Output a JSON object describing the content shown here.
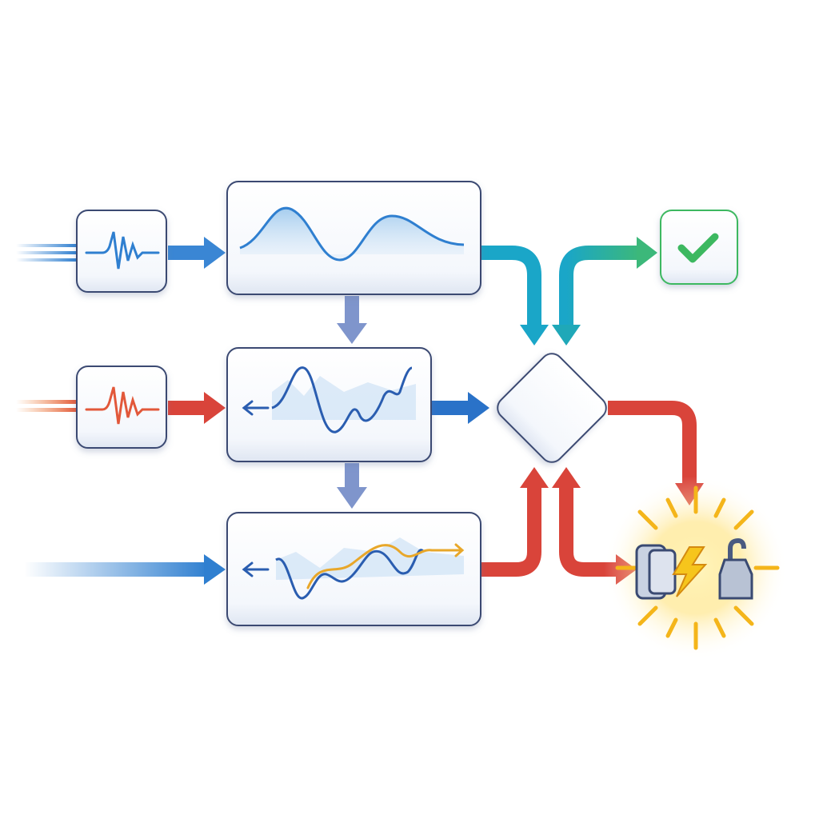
{
  "diagram": {
    "nodes": [
      {
        "id": "input-signal-1",
        "icon": "waveform-icon",
        "color": "#2f7fd0"
      },
      {
        "id": "input-signal-2",
        "icon": "waveform-icon",
        "color": "#e2583a"
      },
      {
        "id": "process-1",
        "icon": "smooth-wave-icon",
        "color": "#2f7fd0"
      },
      {
        "id": "process-2",
        "icon": "noisy-wave-icon",
        "color": "#2a5db0"
      },
      {
        "id": "process-3",
        "icon": "mixed-wave-icon",
        "color": "#e8a72a"
      },
      {
        "id": "decision",
        "shape": "diamond"
      },
      {
        "id": "success",
        "icon": "checkmark-icon",
        "color": "#3cb860"
      },
      {
        "id": "failure",
        "icon": "power-plug-spark-icon",
        "color": "#f4c21a"
      }
    ],
    "colors": {
      "blue": "#2f7fd0",
      "red": "#d9443a",
      "teal": "#1aa6c8",
      "green": "#3cb87a",
      "lavender": "#7f95cc",
      "border": "#3a4a72"
    }
  }
}
